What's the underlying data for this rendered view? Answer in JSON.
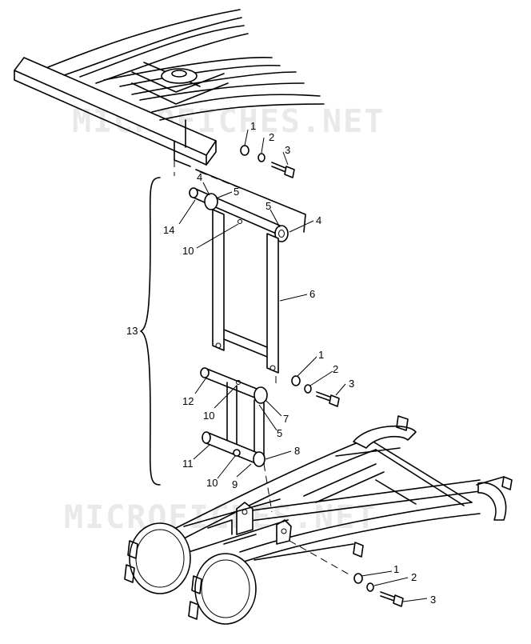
{
  "diagram": {
    "watermark_text": "MICROFICHES.NET",
    "callouts": {
      "c1_top": "1",
      "c2_top": "2",
      "c3_top": "3",
      "c4_left": "4",
      "c5_left": "5",
      "c5_right": "5",
      "c4_right": "4",
      "c14": "14",
      "c10_top": "10",
      "c6": "6",
      "c13": "13",
      "c1_mid": "1",
      "c2_mid": "2",
      "c3_mid": "3",
      "c12": "12",
      "c10_mid": "10",
      "c7": "7",
      "c5_mid": "5",
      "c8": "8",
      "c11": "11",
      "c10_bot": "10",
      "c9": "9",
      "c1_bot": "1",
      "c2_bot": "2",
      "c3_bot": "3"
    }
  }
}
